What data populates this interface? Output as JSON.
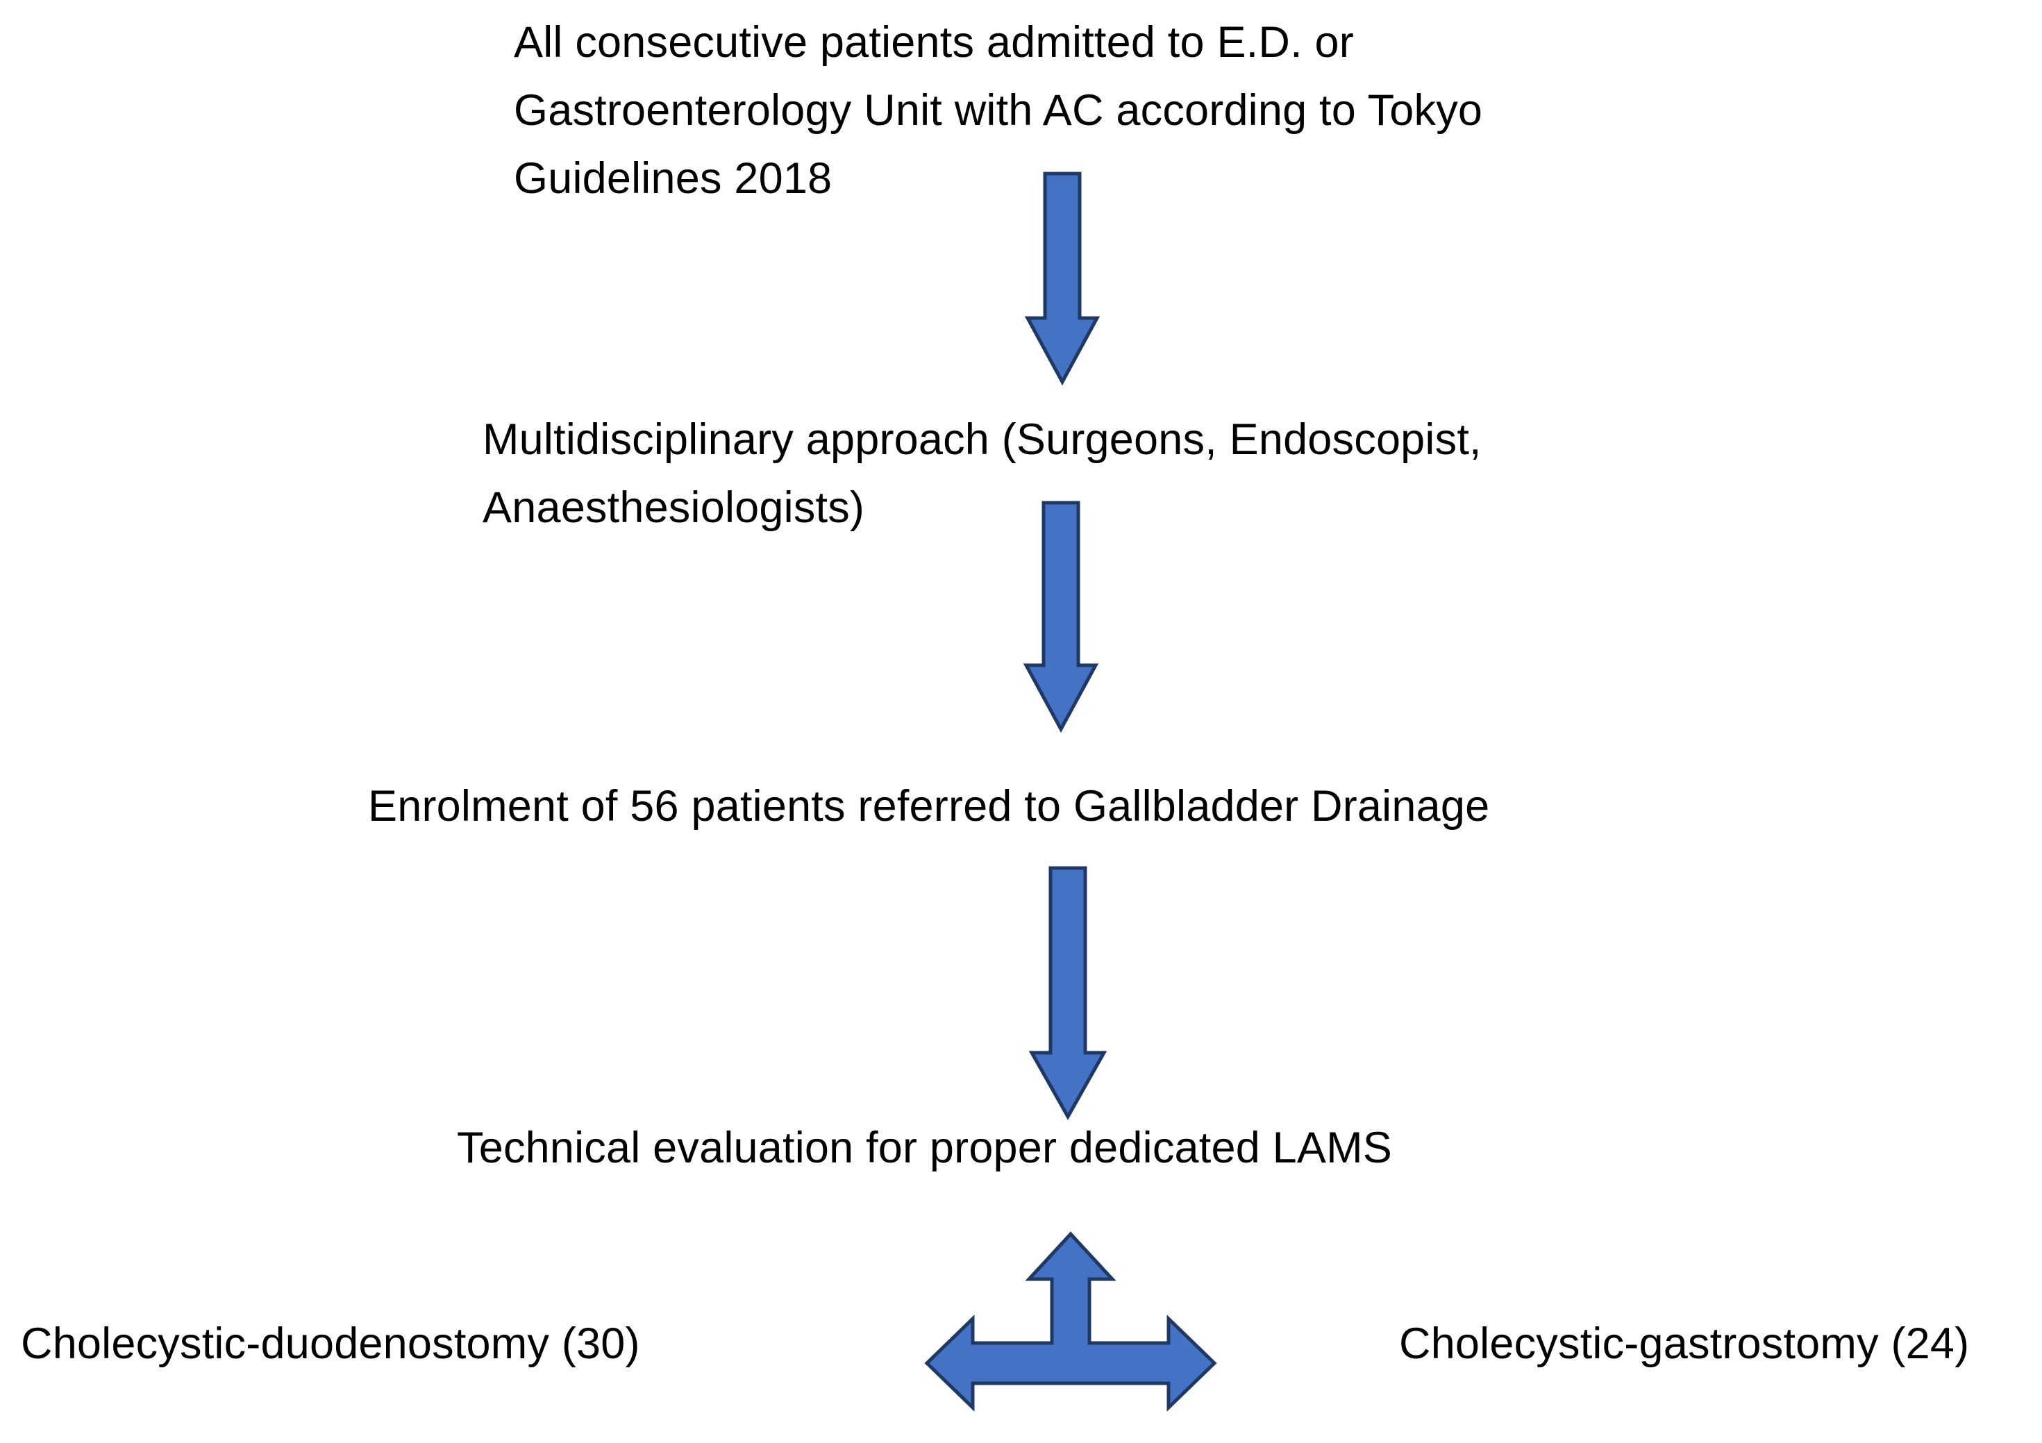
{
  "figure": {
    "type": "flow-diagram",
    "background_color": "#ffffff",
    "text_color": "#000000",
    "arrow": {
      "fill": "#4472c4",
      "border": "#1f3864"
    },
    "steps": [
      {
        "text": "All consecutive patients admitted to E.D. or\nGastroenterology Unit with AC according to Tokyo\nGuidelines 2018"
      },
      {
        "text": "Multidisciplinary approach (Surgeons, Endoscopist,\nAnaesthesiologists)"
      },
      {
        "text": "Enrolment of 56 patients referred to Gallbladder Drainage"
      },
      {
        "text": "Technical evaluation for proper dedicated LAMS"
      }
    ],
    "connectors": [
      {
        "name": "down-arrow-1",
        "from": "step-1",
        "to": "step-2",
        "direction": "down"
      },
      {
        "name": "down-arrow-2",
        "from": "step-2",
        "to": "step-3",
        "direction": "down"
      },
      {
        "name": "down-arrow-3",
        "from": "step-3",
        "to": "step-4",
        "direction": "down"
      },
      {
        "name": "three-way-arrow",
        "from": "step-4",
        "to": "outcomes",
        "direction": "up-left-right"
      }
    ],
    "outcomes": {
      "left_label": "Cholecystic-duodenostomy (30)",
      "right_label": "Cholecystic-gastrostomy (24)"
    }
  }
}
